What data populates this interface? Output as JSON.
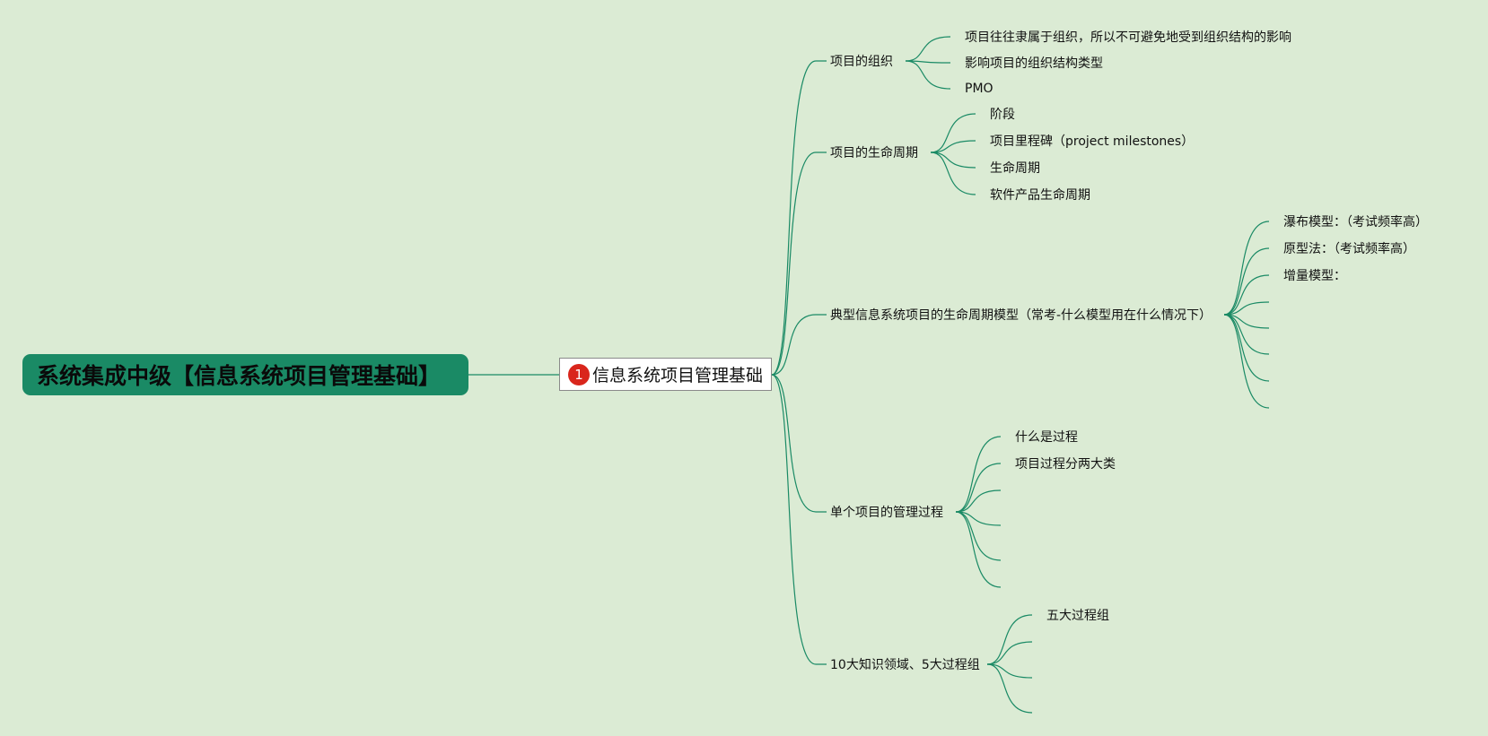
{
  "colors": {
    "background": "#dbebd4",
    "root_fill": "#1a8a65",
    "link": "#1a8a65",
    "badge": "#d9261c"
  },
  "root": {
    "label": "系统集成中级【信息系统项目管理基础】"
  },
  "hub": {
    "badge": "1",
    "label": "信息系统项目管理基础"
  },
  "branches": [
    {
      "label": "项目的组织",
      "children": [
        "项目往往隶属于组织，所以不可避免地受到组织结构的影响",
        "影响项目的组织结构类型",
        "PMO"
      ]
    },
    {
      "label": "项目的生命周期",
      "children": [
        "阶段",
        "项目里程碑（project milestones）",
        "生命周期",
        "软件产品生命周期"
      ]
    },
    {
      "label": "典型信息系统项目的生命周期模型（常考-什么模型用在什么情况下）",
      "children": [
        "瀑布模型：（考试频率高）",
        "原型法：（考试频率高）",
        "增量模型：",
        "",
        "",
        "",
        "",
        ""
      ]
    },
    {
      "label": "单个项目的管理过程",
      "children": [
        "什么是过程",
        "项目过程分两大类",
        "",
        "",
        "",
        ""
      ]
    },
    {
      "label": "10大知识领域、5大过程组",
      "children": [
        "五大过程组",
        "",
        "",
        ""
      ]
    }
  ]
}
